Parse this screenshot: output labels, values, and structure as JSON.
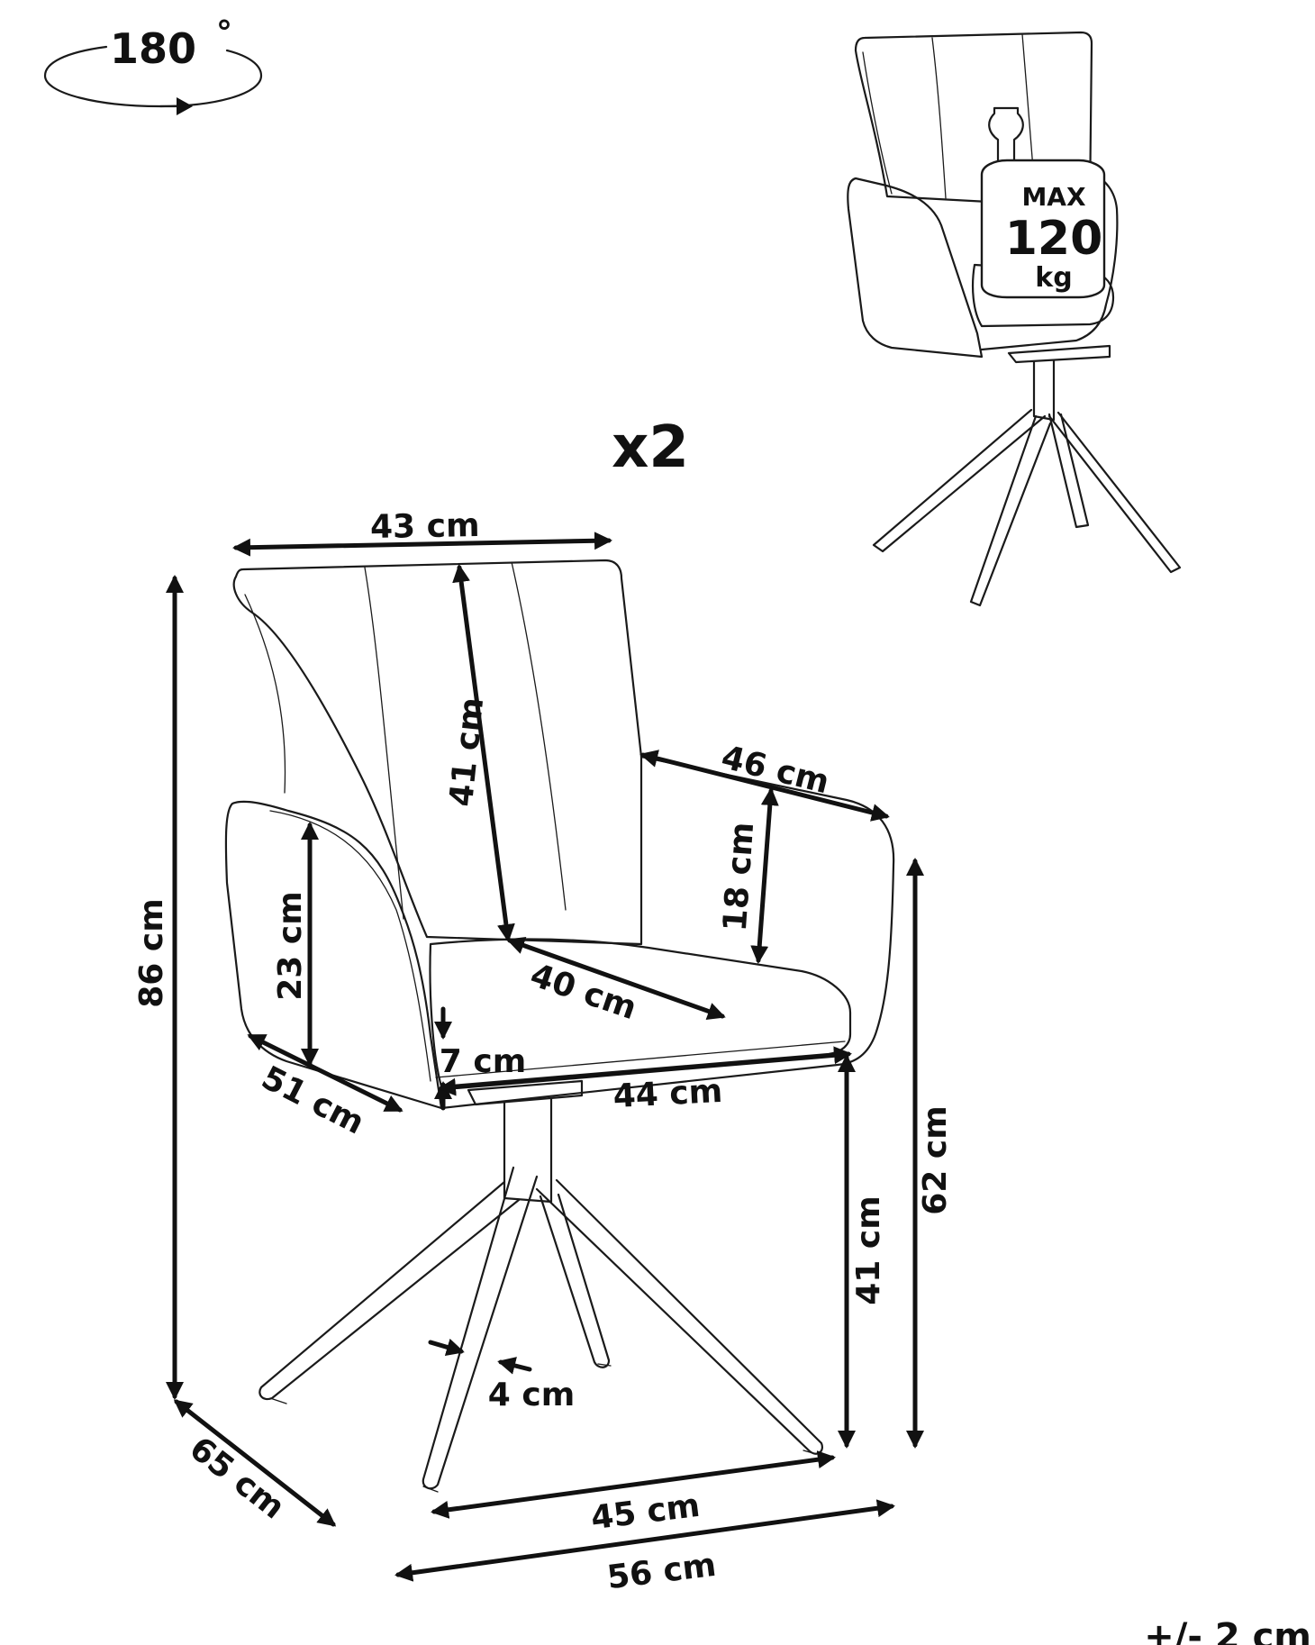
{
  "rotation": {
    "angle": "180",
    "unit": "°"
  },
  "quantity": "x2",
  "max_load": {
    "max": "MAX",
    "value": "120",
    "unit": "kg"
  },
  "dimensions": {
    "backrest_width": "43 cm",
    "backrest_height": "41 cm",
    "armrest_length": "46 cm",
    "armrest_height": "18 cm",
    "seat_depth": "40 cm",
    "total_height": "86 cm",
    "side_height": "23 cm",
    "seat_thickness": "7 cm",
    "arm_depth": "51 cm",
    "seat_width": "44 cm",
    "arm_height": "62 cm",
    "seat_height": "41 cm",
    "leg_width": "4 cm",
    "total_depth": "65 cm",
    "base_width": "45 cm",
    "total_width": "56 cm"
  },
  "tolerance": "+/- 2 cm"
}
